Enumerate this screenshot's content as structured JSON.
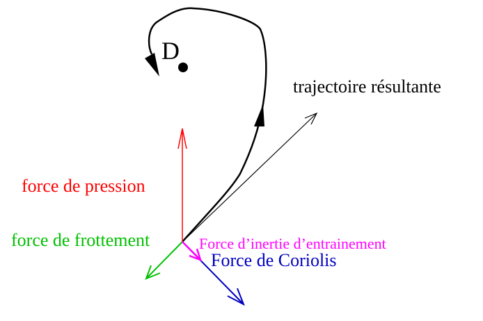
{
  "point_label": "D",
  "labels": {
    "trajectory": "trajectoire résultante",
    "pressure": "force de pression",
    "friction": "force de frottement",
    "inertia": "Force d’inertie d’entrainement",
    "coriolis": "Force de Coriolis"
  },
  "colors": {
    "trajectory": "#000000",
    "pressure": "#ff0000",
    "friction": "#00c000",
    "inertia": "#ff00ff",
    "coriolis": "#0000c0"
  }
}
